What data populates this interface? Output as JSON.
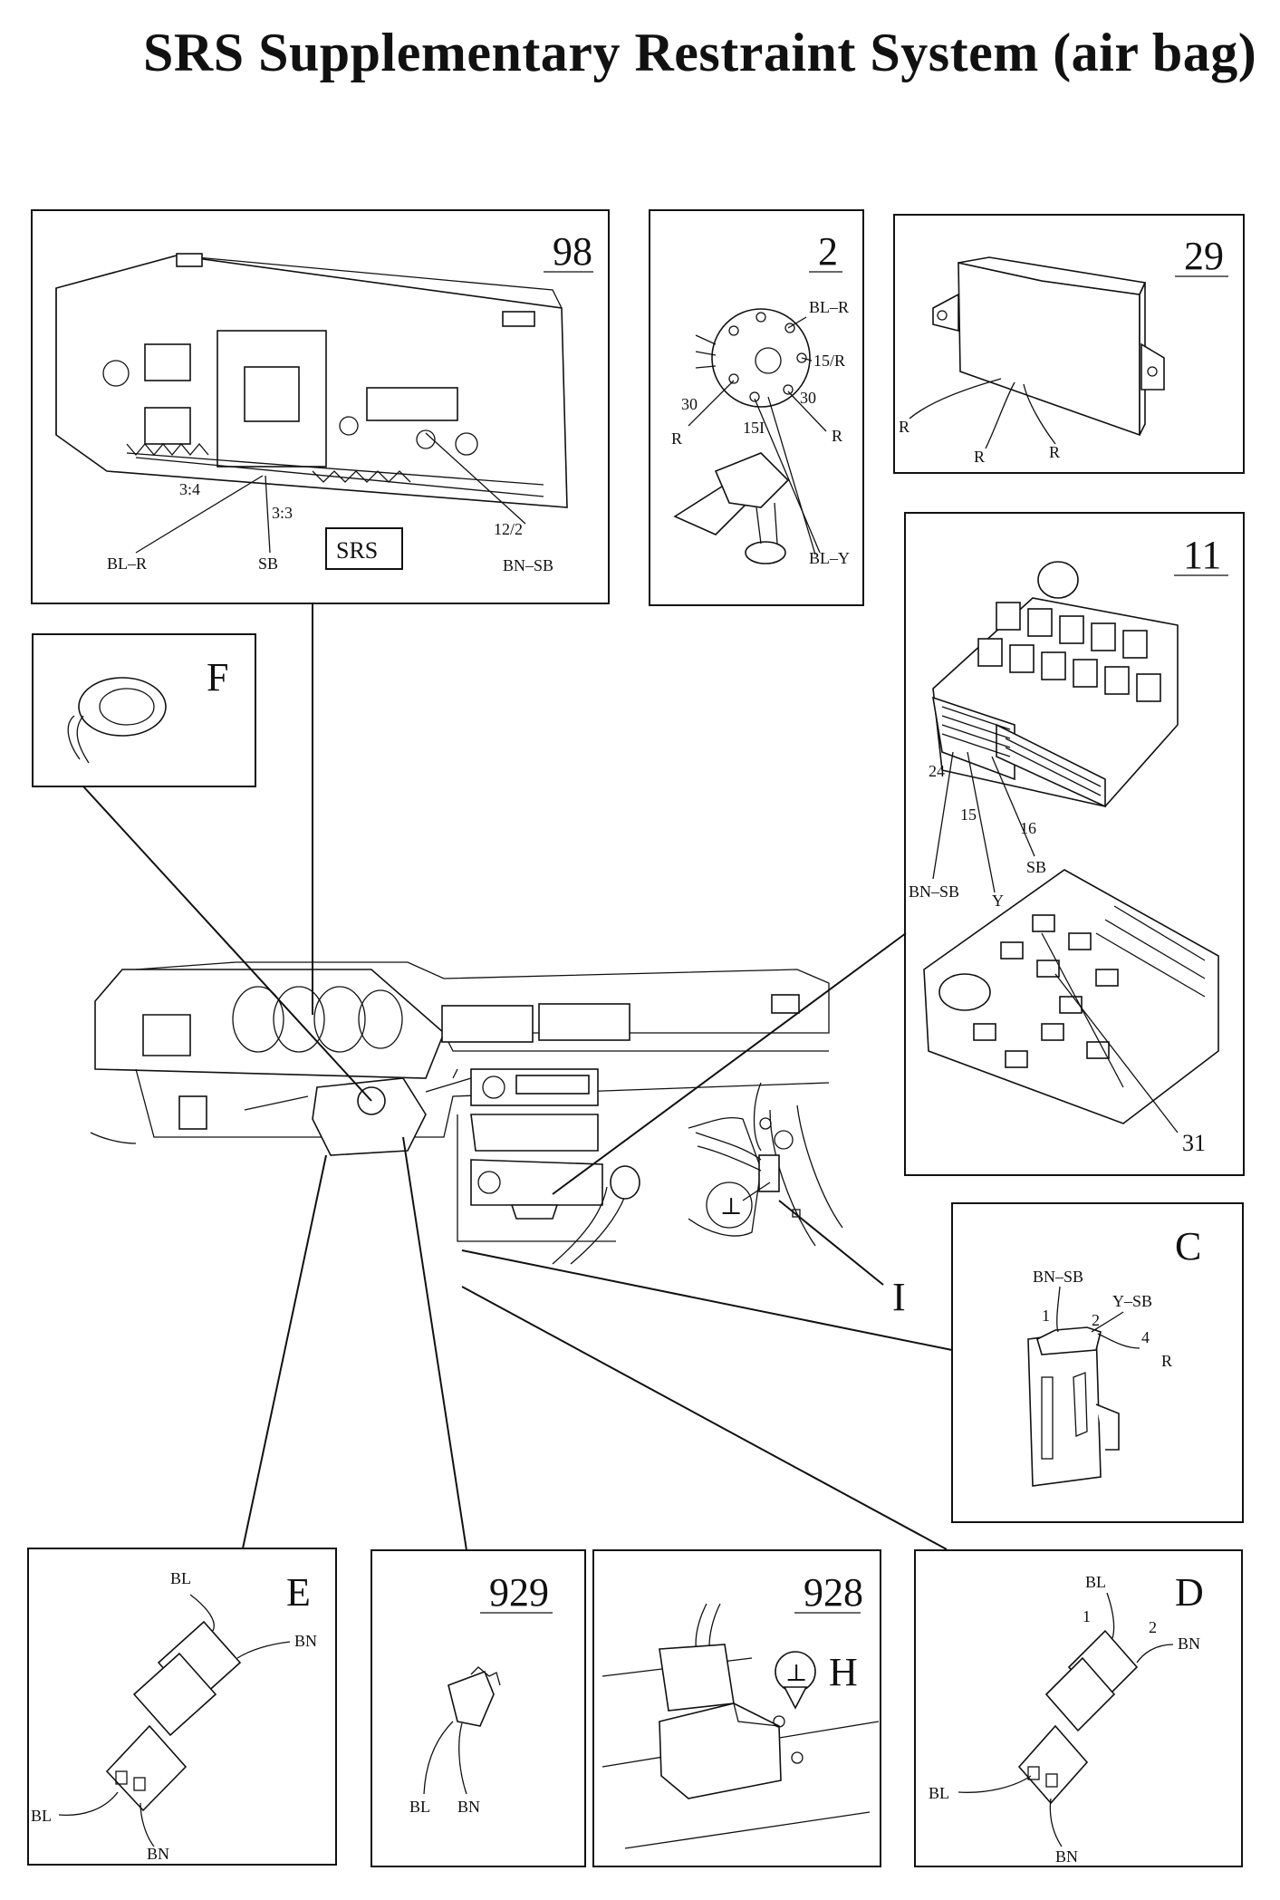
{
  "title": "SRS Supplementary Restraint System (air bag)",
  "panels": {
    "p98": {
      "id": "98",
      "labels": {
        "a": "3:4",
        "b": "3:3",
        "c": "BL–R",
        "d": "SB",
        "e": "SRS",
        "f": "12/2",
        "g": "BN–SB"
      }
    },
    "p2": {
      "id": "2",
      "labels": {
        "a": "BL–R",
        "b": "15/R",
        "c": "30",
        "d": "30",
        "e": "15I",
        "f": "R",
        "g": "R",
        "h": "BL–Y"
      }
    },
    "p29": {
      "id": "29",
      "labels": {
        "a": "R",
        "b": "R",
        "c": "R"
      }
    },
    "p11": {
      "id": "11",
      "labels": {
        "a": "24",
        "b": "15",
        "c": "16",
        "d": "BN–SB",
        "e": "Y",
        "f": "SB",
        "g": "31"
      }
    },
    "pF": {
      "id": "F"
    },
    "pI": {
      "id": "I"
    },
    "pC": {
      "id": "C",
      "labels": {
        "a": "BN–SB",
        "b": "Y–SB",
        "c": "1",
        "d": "2",
        "e": "4",
        "f": "R"
      }
    },
    "pE": {
      "id": "E",
      "labels": {
        "a": "BL",
        "b": "BN",
        "c": "BL",
        "d": "BN"
      }
    },
    "p929": {
      "id": "929",
      "labels": {
        "a": "BL",
        "b": "BN"
      }
    },
    "p928": {
      "id": "928",
      "labels": {
        "a": "H",
        "b": "⊥"
      }
    },
    "pD": {
      "id": "D",
      "labels": {
        "a": "BL",
        "b": "1",
        "c": "2",
        "d": "BN",
        "e": "BL",
        "f": "BN"
      }
    }
  },
  "ground_symbol": "⊥"
}
